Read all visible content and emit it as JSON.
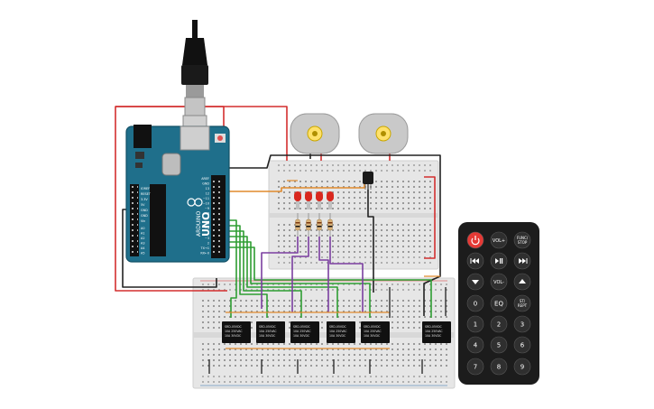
{
  "arduino": {
    "brand": "ARDUINO",
    "model": "UNO",
    "header_labels": [
      "AREF",
      "GND",
      "13",
      "12",
      "~11",
      "~10",
      "~9",
      "8",
      "7",
      "~6",
      "~5",
      "4",
      "~3",
      "2",
      "TX→1",
      "RX←0"
    ],
    "power_labels": [
      "IOREF",
      "RESET",
      "3.3V",
      "5V",
      "GND",
      "GND",
      "Vin"
    ],
    "analog_labels": [
      "A0",
      "A1",
      "A2",
      "A3",
      "A4",
      "A5"
    ]
  },
  "relays": {
    "label_lines": [
      "SRD-05VDC",
      "10A 250VAC",
      "10A 30VDC"
    ],
    "count": 6
  },
  "remote": {
    "buttons": [
      {
        "label": "",
        "icon": "power-icon",
        "color": "#e53935"
      },
      {
        "label": "VOL+",
        "icon": ""
      },
      {
        "label": "FUNC/STOP",
        "icon": ""
      },
      {
        "label": "",
        "icon": "rewind-icon"
      },
      {
        "label": "",
        "icon": "play-pause-icon"
      },
      {
        "label": "",
        "icon": "fast-forward-icon"
      },
      {
        "label": "",
        "icon": "down-arrow-icon"
      },
      {
        "label": "VOL-",
        "icon": ""
      },
      {
        "label": "",
        "icon": "up-arrow-icon"
      },
      {
        "label": "0",
        "icon": ""
      },
      {
        "label": "EQ",
        "icon": ""
      },
      {
        "label": "ST/REPT",
        "icon": ""
      },
      {
        "label": "1",
        "icon": ""
      },
      {
        "label": "2",
        "icon": ""
      },
      {
        "label": "3",
        "icon": ""
      },
      {
        "label": "4",
        "icon": ""
      },
      {
        "label": "5",
        "icon": ""
      },
      {
        "label": "6",
        "icon": ""
      },
      {
        "label": "7",
        "icon": ""
      },
      {
        "label": "8",
        "icon": ""
      },
      {
        "label": "9",
        "icon": ""
      }
    ]
  },
  "colors": {
    "arduino_board": "#1f6f8b",
    "breadboard": "#e6e6e6",
    "wire_red": "#d32f2f",
    "wire_black": "#222222",
    "wire_green": "#2e9d32",
    "wire_purple": "#7b3fa0",
    "wire_orange": "#e08a2c",
    "led_red": "#d9281e",
    "remote_body": "#1c1c1c",
    "remote_button": "#2f2f2f"
  }
}
